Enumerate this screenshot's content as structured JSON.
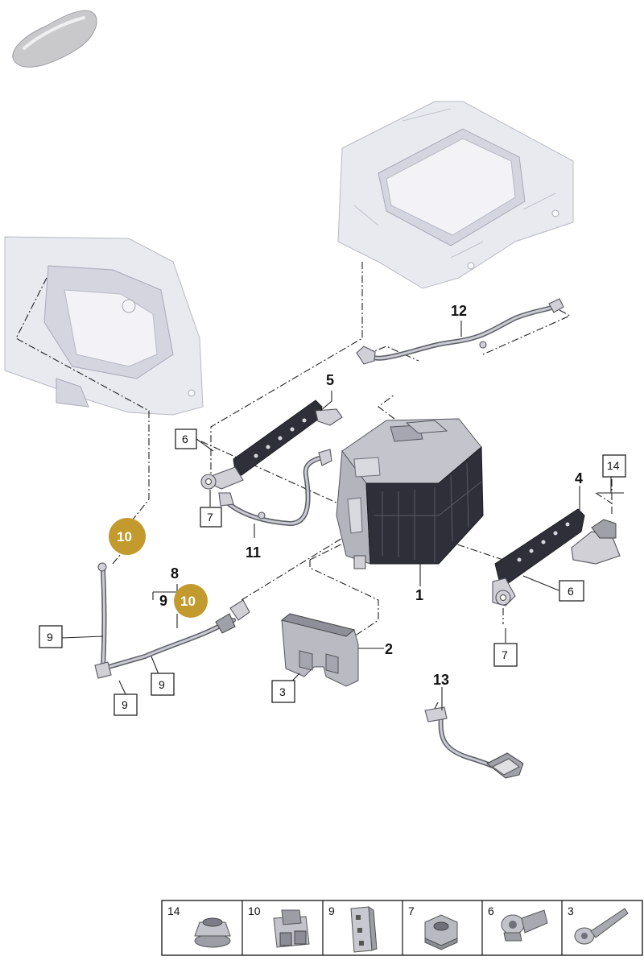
{
  "callouts": {
    "c1": "1",
    "c2": "2",
    "c4": "4",
    "c5": "5",
    "c8": "8",
    "c9_bracket": "9",
    "c11": "11",
    "c12": "12",
    "c13": "13"
  },
  "boxed_callouts": {
    "b6_left": "6",
    "b7_left": "7",
    "b14": "14",
    "b6_right": "6",
    "b7_right": "7",
    "b9_a": "9",
    "b9_b": "9",
    "b9_c": "9",
    "b3": "3"
  },
  "gold_badges": {
    "g10_upper": "10",
    "g10_lower": "10"
  },
  "parts_legend": [
    {
      "number": "14",
      "icon": "flange-nut-icon"
    },
    {
      "number": "10",
      "icon": "cable-clip-icon"
    },
    {
      "number": "9",
      "icon": "cable-tie-mount-icon"
    },
    {
      "number": "7",
      "icon": "hex-nut-icon"
    },
    {
      "number": "6",
      "icon": "torx-bolt-short-icon"
    },
    {
      "number": "3",
      "icon": "torx-bolt-long-icon"
    }
  ],
  "colors": {
    "gold": "#c29a2e",
    "line": "#222222",
    "panel": "#e9e9f0",
    "dark_part": "#2e2f38"
  }
}
